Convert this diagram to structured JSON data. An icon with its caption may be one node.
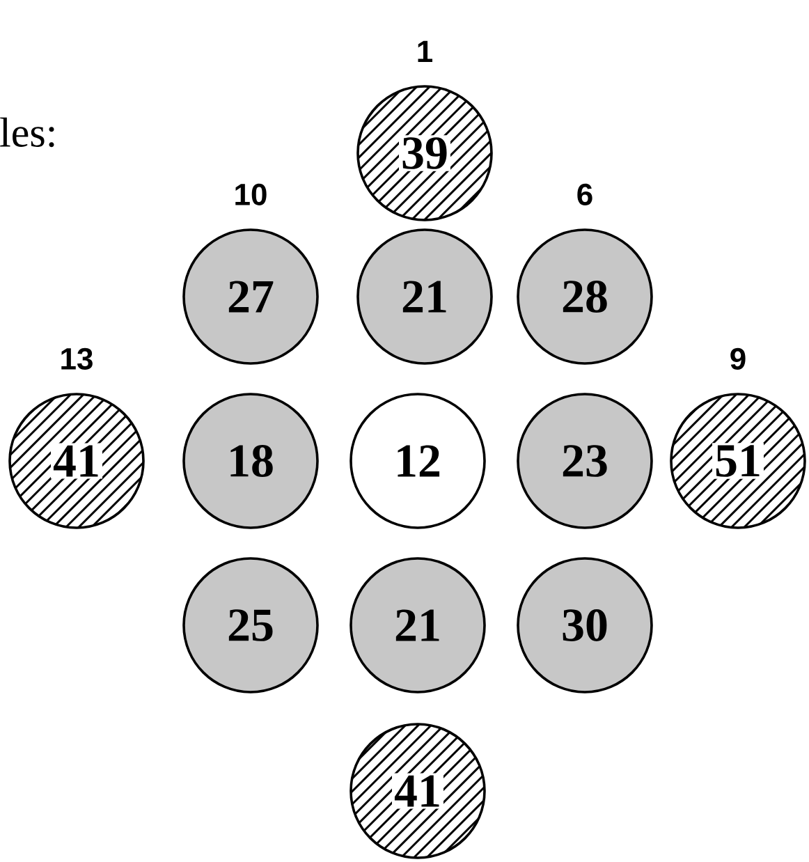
{
  "diagram": {
    "nodes": [
      {
        "text": [
          "39"
        ],
        "beside": [
          "1"
        ]
      },
      {
        "text": [
          "27"
        ],
        "beside": [
          "10"
        ]
      },
      {
        "text": [
          "21"
        ]
      },
      {
        "text": [
          "28"
        ],
        "beside": [
          "6"
        ]
      },
      {
        "text": [
          "41"
        ],
        "beside": [
          "13"
        ]
      },
      {
        "text": [
          "18"
        ]
      },
      {
        "text": [
          "12"
        ]
      },
      {
        "text": [
          "23"
        ]
      },
      {
        "text": [
          "51"
        ],
        "beside": [
          "9"
        ]
      },
      {
        "text": [
          "25"
        ]
      },
      {
        "text": [
          "21"
        ]
      },
      {
        "text": [
          "30"
        ]
      },
      {
        "text": [
          "41"
        ]
      }
    ],
    "labels": [
      "les:"
    ]
  }
}
